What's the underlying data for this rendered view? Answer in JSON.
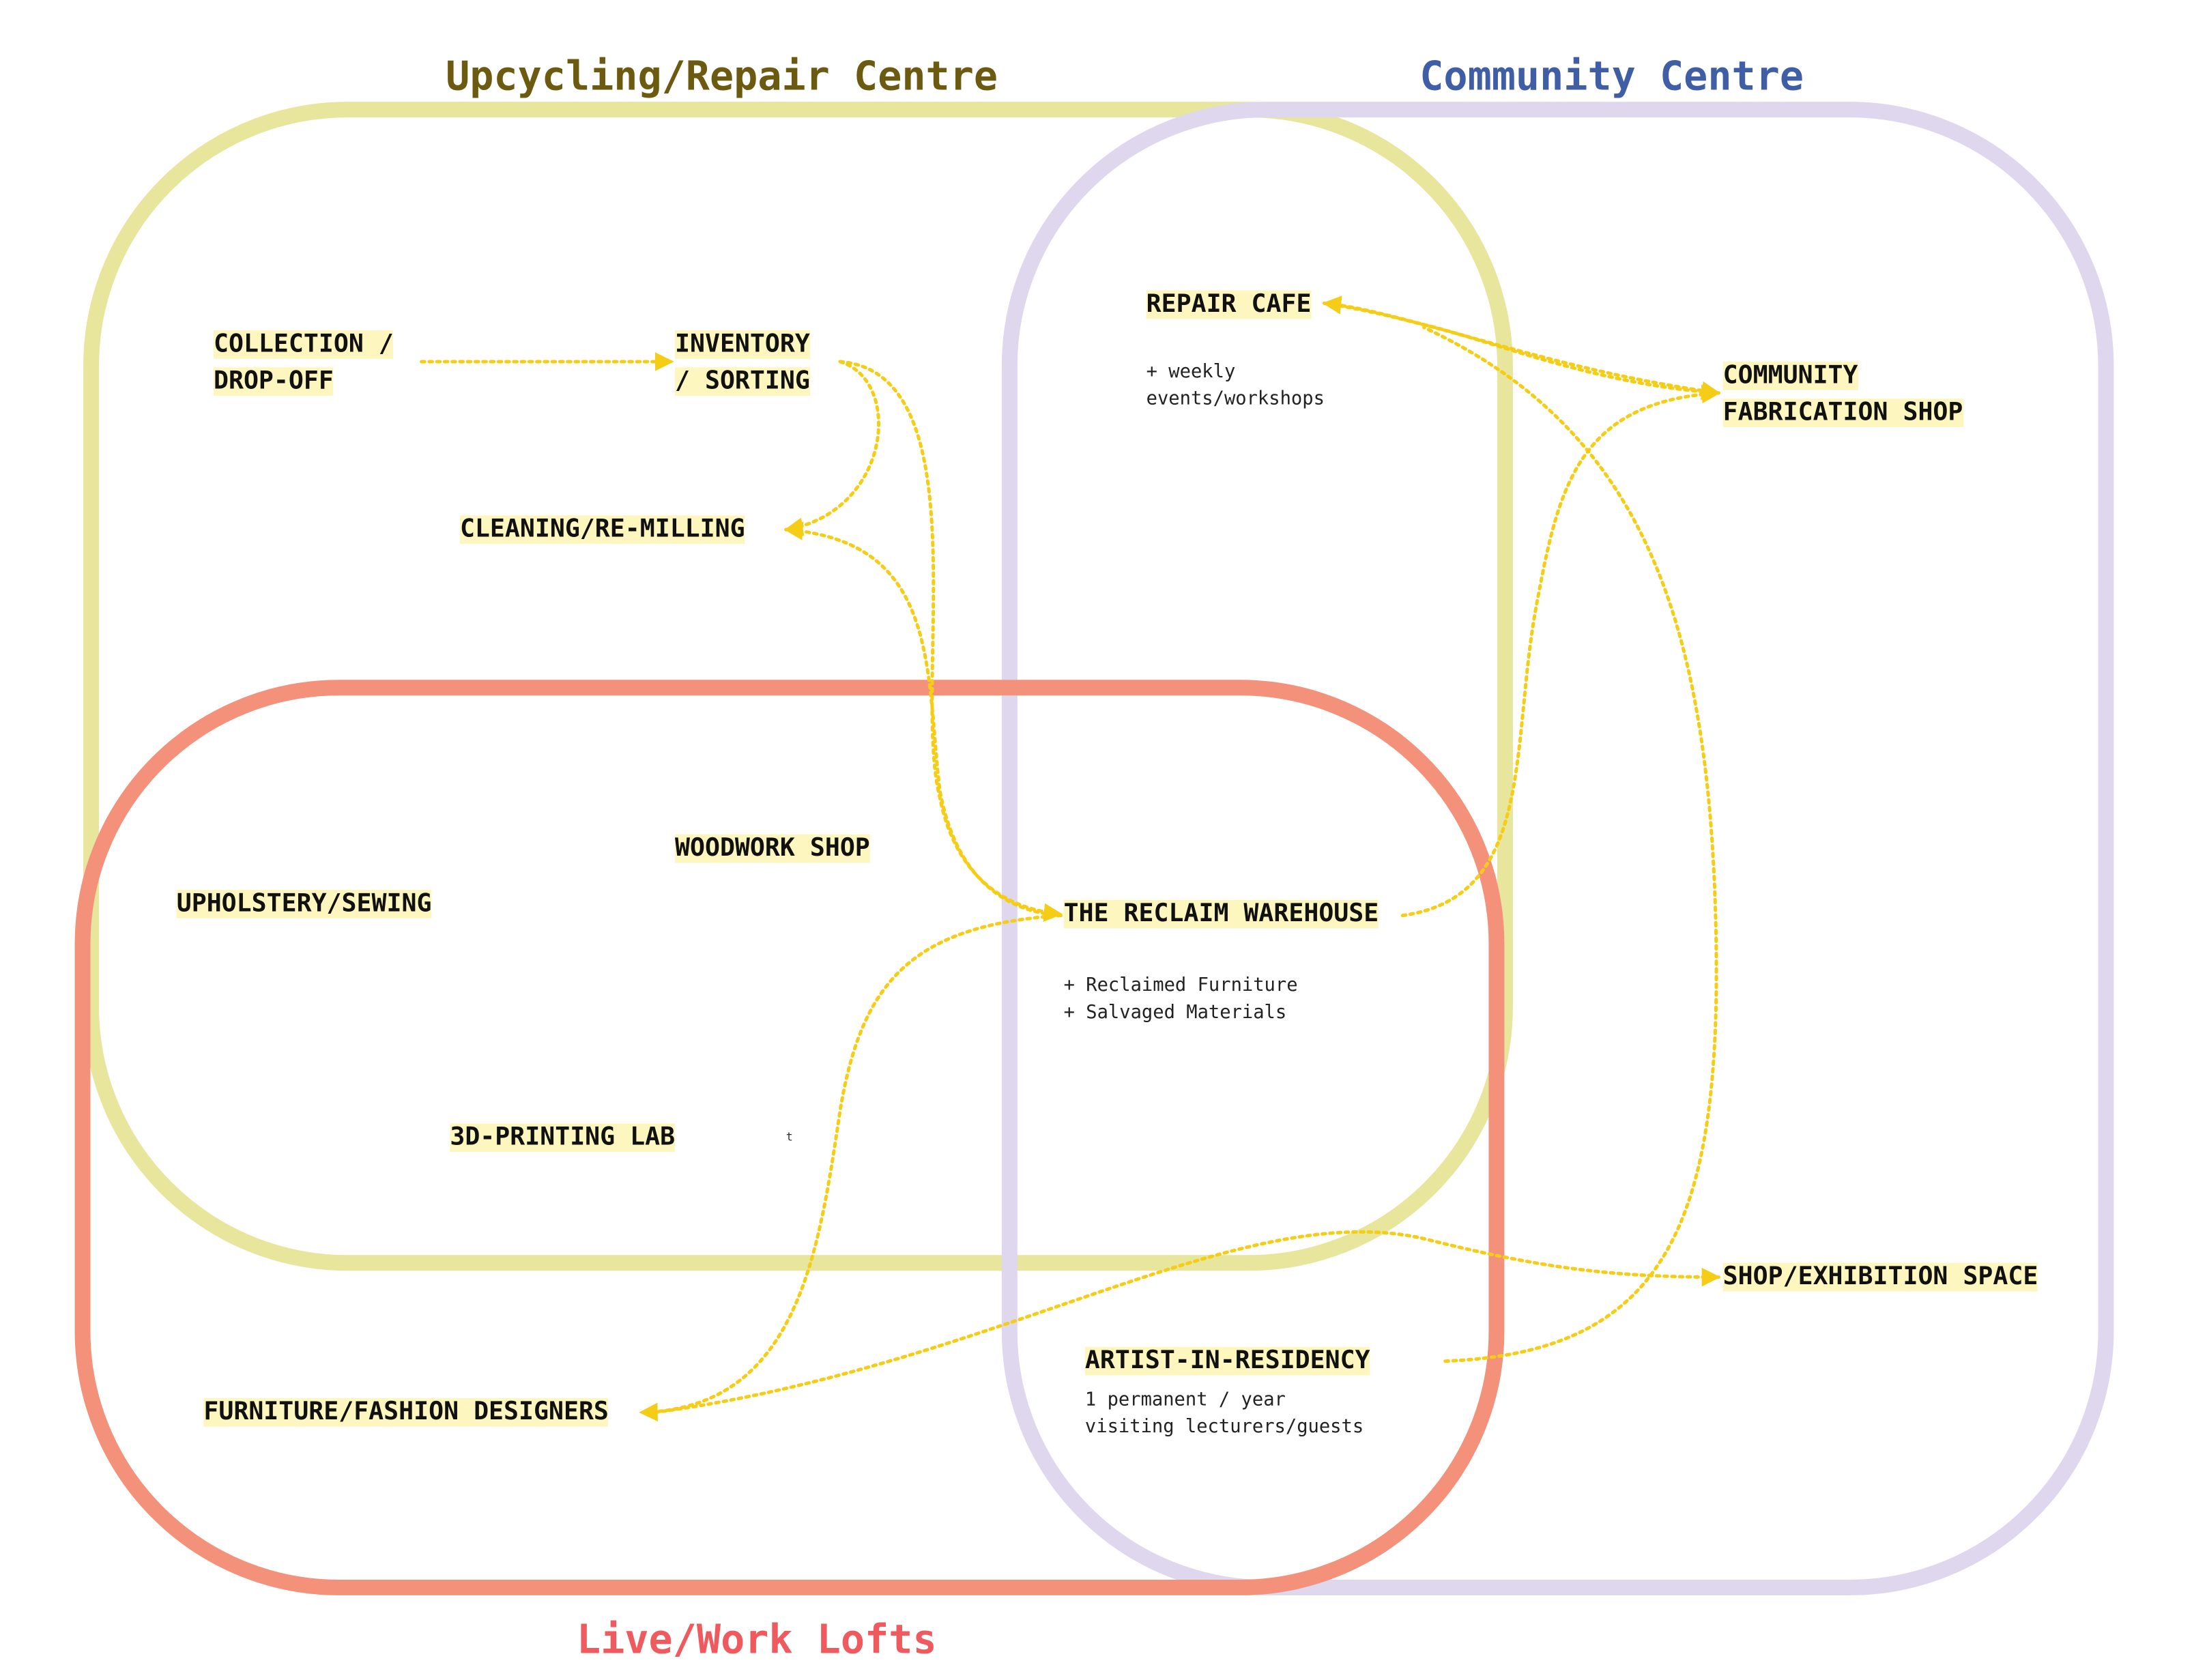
{
  "colors": {
    "upcycling": "#e8e59c",
    "upcycling_title": "#6b5a10",
    "community": "#ded7ee",
    "community_title": "#3f5ea6",
    "lofts": "#f4917a",
    "lofts_title": "#ee5a5e",
    "arrow": "#f5cd16",
    "label_highlight": "#fdf6bf"
  },
  "groups": {
    "upcycling": {
      "title": "Upcycling/Repair Centre"
    },
    "community": {
      "title": "Community Centre"
    },
    "lofts": {
      "title": "Live/Work Lofts"
    }
  },
  "nodes": {
    "collection": {
      "lines": [
        "COLLECTION /",
        "DROP-OFF"
      ]
    },
    "inventory": {
      "lines": [
        "INVENTORY",
        "/ SORTING"
      ]
    },
    "cleaning": {
      "lines": [
        "CLEANING/RE-MILLING"
      ]
    },
    "woodwork": {
      "lines": [
        "WOODWORK SHOP"
      ]
    },
    "upholstery": {
      "lines": [
        "UPHOLSTERY/SEWING"
      ]
    },
    "printing": {
      "lines": [
        "3D-PRINTING LAB"
      ]
    },
    "repair_cafe": {
      "lines": [
        "REPAIR CAFE"
      ]
    },
    "fabrication": {
      "lines": [
        "COMMUNITY",
        "FABRICATION SHOP"
      ]
    },
    "reclaim": {
      "lines": [
        "THE RECLAIM WAREHOUSE"
      ]
    },
    "shop": {
      "lines": [
        "SHOP/EXHIBITION SPACE"
      ]
    },
    "artist": {
      "lines": [
        "ARTIST-IN-RESIDENCY"
      ]
    },
    "designers": {
      "lines": [
        "FURNITURE/FASHION DESIGNERS"
      ]
    }
  },
  "notes": {
    "repair_cafe": [
      "+ weekly",
      "events/workshops"
    ],
    "reclaim": [
      "+ Reclaimed Furniture",
      "+ Salvaged Materials"
    ],
    "artist": [
      "1 permanent / year",
      "visiting lecturers/guests"
    ]
  },
  "stray_glyphs": {
    "near_printing": "t"
  }
}
